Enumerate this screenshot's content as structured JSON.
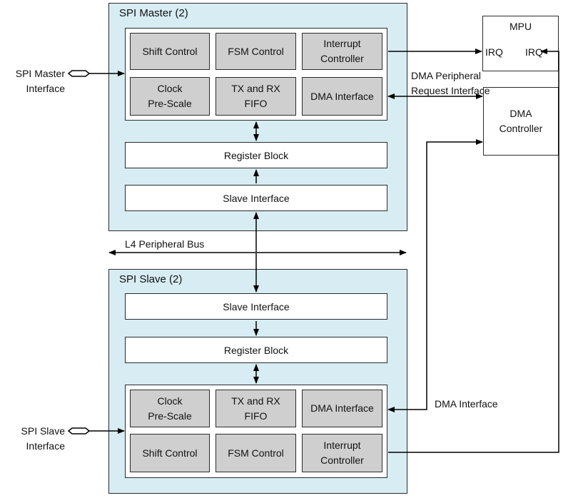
{
  "master": {
    "title": "SPI Master (2)",
    "cells": {
      "shift": "Shift Control",
      "fsm": "FSM Control",
      "interrupt": "Interrupt\nController",
      "clock": "Clock\nPre-Scale",
      "fifo": "TX and RX\nFIFO",
      "dma": "DMA Interface"
    },
    "register_block": "Register Block",
    "slave_interface": "Slave Interface",
    "external_label": "SPI Master\nInterface"
  },
  "slave": {
    "title": "SPI Slave (2)",
    "slave_interface": "Slave Interface",
    "register_block": "Register Block",
    "cells": {
      "clock": "Clock\nPre-Scale",
      "fifo": "TX and RX\nFIFO",
      "dma": "DMA Interface",
      "shift": "Shift Control",
      "fsm": "FSM Control",
      "interrupt": "Interrupt\nController"
    },
    "external_label": "SPI Slave\nInterface"
  },
  "bus_label": "L4 Peripheral Bus",
  "mpu": {
    "title": "MPU",
    "irq_left": "IRQ",
    "irq_right": "IRQ"
  },
  "dma_controller": "DMA\nController",
  "dma_peripheral_label": "DMA Peripheral\nRequest Interface",
  "dma_interface_label": "DMA Interface"
}
